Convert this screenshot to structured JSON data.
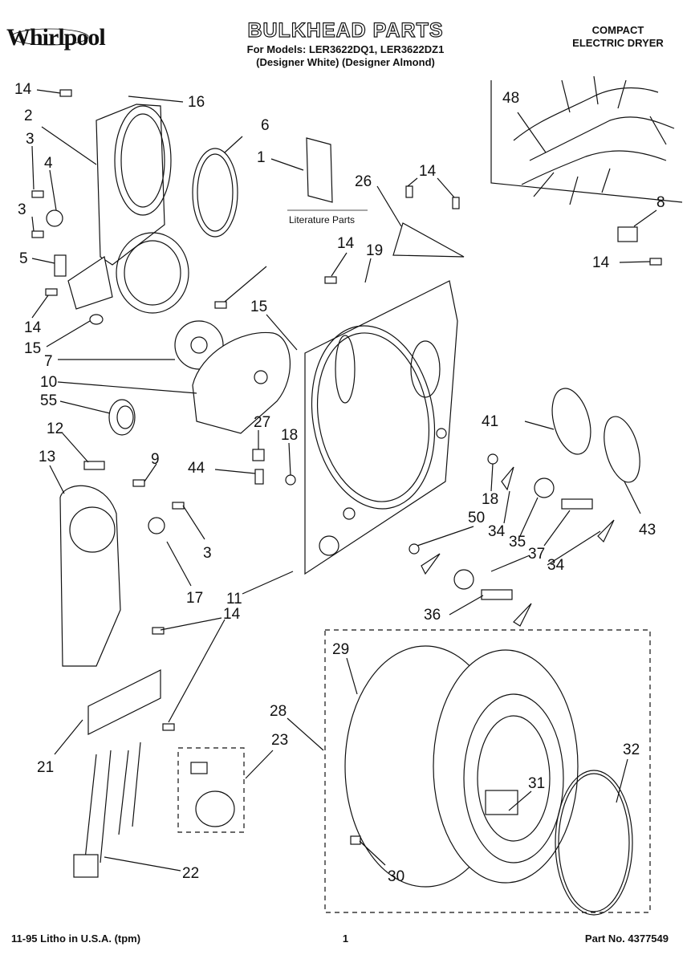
{
  "header": {
    "brand": "Whirlpool",
    "title": "BULKHEAD PARTS",
    "models_line": "For Models: LER3622DQ1, LER3622DZ1",
    "colors_line": "(Designer White) (Designer Almond)",
    "product_line1": "COMPACT",
    "product_line2": "ELECTRIC DRYER"
  },
  "literature_label": "Literature Parts",
  "callouts": [
    "14",
    "16",
    "2",
    "6",
    "3",
    "4",
    "1",
    "48",
    "26",
    "14",
    "3",
    "5",
    "14",
    "19",
    "8",
    "14",
    "14",
    "15",
    "7",
    "10",
    "55",
    "15",
    "12",
    "27",
    "18",
    "41",
    "44",
    "9",
    "13",
    "18",
    "50",
    "34",
    "35",
    "37",
    "3",
    "34",
    "43",
    "17",
    "11",
    "14",
    "36",
    "29",
    "28",
    "23",
    "21",
    "32",
    "31",
    "30",
    "22"
  ],
  "footer": {
    "left": "11-95 Litho in U.S.A. (tpm)",
    "center": "1",
    "right": "Part No. 4377549"
  }
}
